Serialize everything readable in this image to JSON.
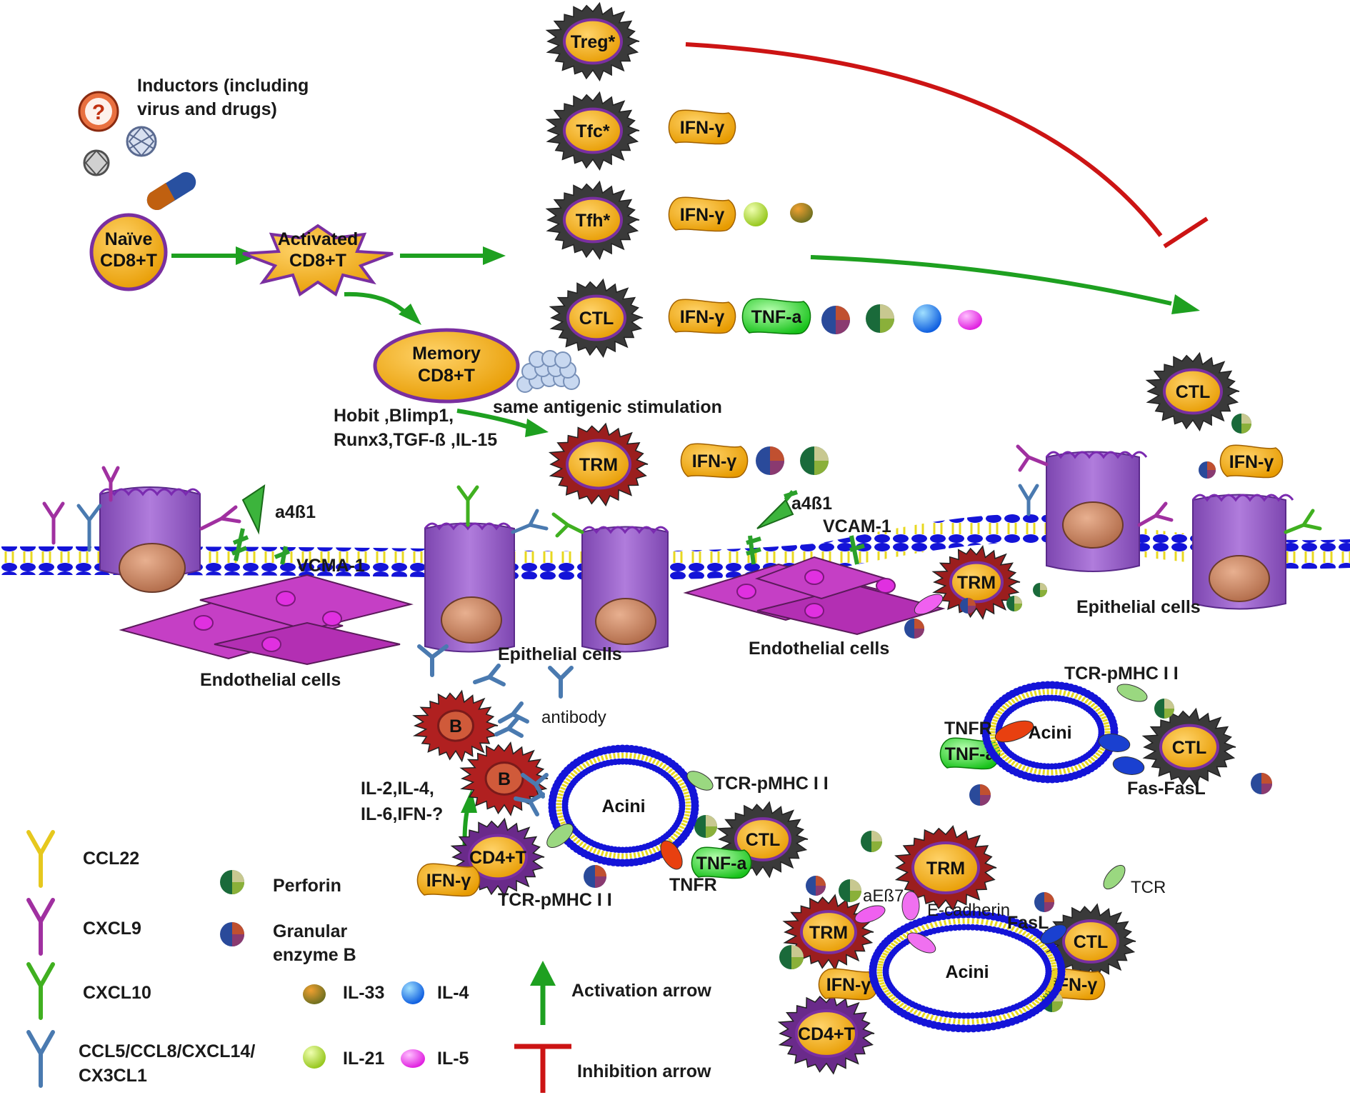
{
  "cells": {
    "naive": "Naïve\nCD8+T",
    "activated": "Activated\nCD8+T",
    "memory": "Memory\nCD8+T",
    "treg": "Treg*",
    "tfc": "Tfc*",
    "tfh": "Tfh*",
    "ctl": "CTL",
    "trm": "TRM",
    "b": "B",
    "cd4": "CD4+T",
    "acini": "Acini"
  },
  "cytokines": {
    "ifn": "IFN-γ",
    "tnf": "TNF-a"
  },
  "labels": {
    "inductors": "Inductors (including\nvirus and drugs)",
    "question": "?",
    "same_antigenic": "same antigenic stimulation",
    "hobit": "Hobit ,Blimp1,\nRunx3,TGF-ß ,IL-15",
    "a4b1_left": "a4ß1",
    "vcma1": "VCMA-1",
    "a4b1_right": "a4ß1",
    "vcam1": "VCAM-1",
    "endothelial": "Endothelial cells",
    "epithelial": "Epithelial cells",
    "antibody": "antibody",
    "il_list": "IL-2,IL-4,\nIL-6,IFN-?",
    "tcr_pmhc": "TCR-pMHC I  I",
    "tnfr": "TNFR",
    "fas_fasl": "Fas-FasL",
    "aeb7": "aEß7",
    "e_cadherin": "E-cadherin",
    "tcr": "TCR",
    "fasl": "FasL"
  },
  "legend": {
    "ccl22": "CCL22",
    "cxcl9": "CXCL9",
    "cxcl10": "CXCL10",
    "ccl5": "CCL5/CCL8/CXCL14/\nCX3CL1",
    "perforin": "Perforin",
    "granzyme": "Granular\nenzyme B",
    "il33": "IL-33",
    "il4": "IL-4",
    "il21": "IL-21",
    "il5": "IL-5",
    "activation": "Activation arrow",
    "inhibition": "Inhibition arrow"
  },
  "colors": {
    "cell_gold": "#f2a800",
    "cell_ring": "#7a2fa0",
    "ctl_body": "#3a3a3a",
    "trm_body": "#9b1e1e",
    "activation_green": "#1ea020",
    "inhibition_red": "#cc1414",
    "epithelial_purple": "#9a62c8",
    "endothelial_magenta": "#c040c0",
    "membrane_blue": "#1010d0",
    "membrane_yellow": "#f0e030",
    "ccl22": "#e6c81e",
    "cxcl9": "#a030a0",
    "cxcl10": "#40b020",
    "ccl5": "#4a7ab0"
  }
}
